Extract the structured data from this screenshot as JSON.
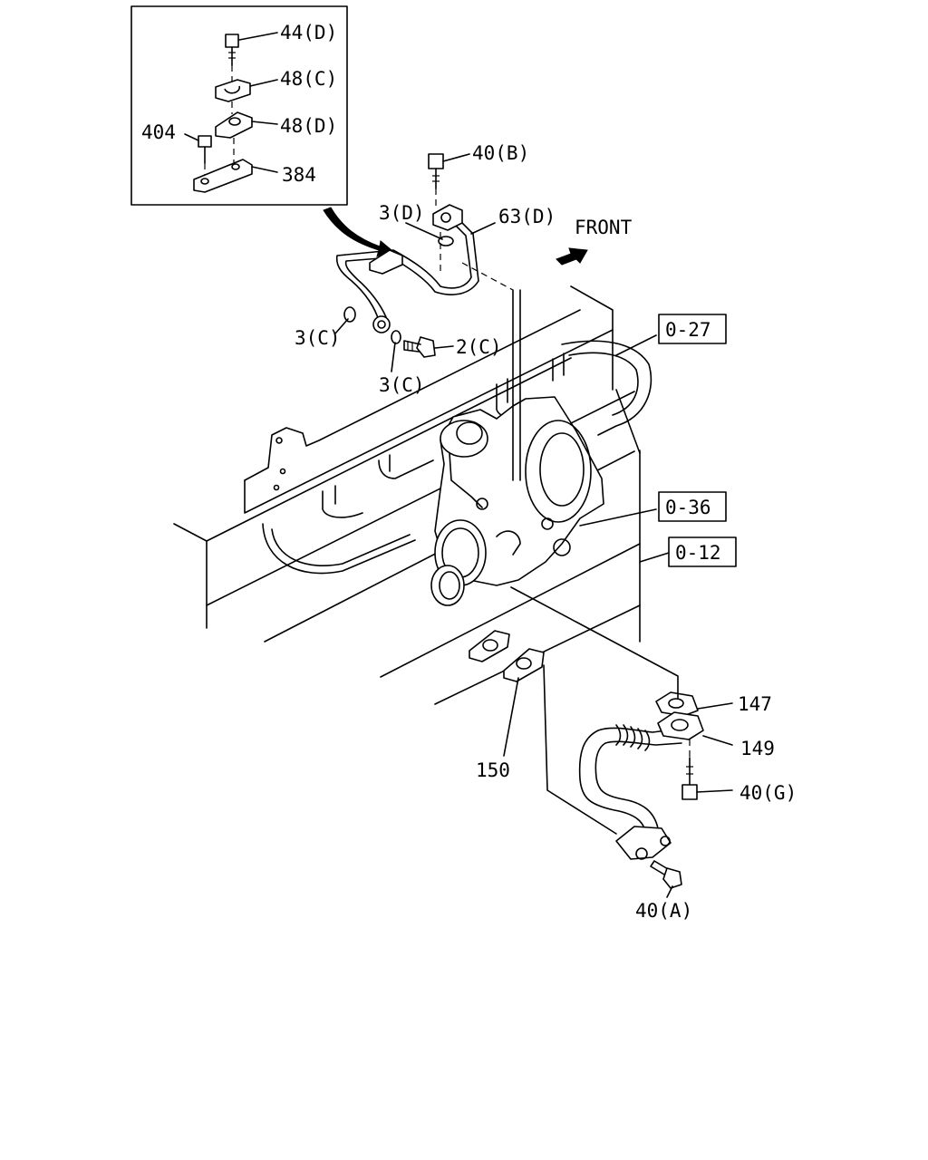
{
  "front_label": "FRONT",
  "refs": [
    {
      "id": "ref-0-27",
      "text": "0-27"
    },
    {
      "id": "ref-0-36",
      "text": "0-36"
    },
    {
      "id": "ref-0-12",
      "text": "0-12"
    }
  ],
  "callouts": [
    {
      "id": "44d",
      "text": "44(D)"
    },
    {
      "id": "48c",
      "text": "48(C)"
    },
    {
      "id": "48d",
      "text": "48(D)"
    },
    {
      "id": "404",
      "text": "404"
    },
    {
      "id": "384",
      "text": "384"
    },
    {
      "id": "40b",
      "text": "40(B)"
    },
    {
      "id": "3d",
      "text": "3(D)"
    },
    {
      "id": "63d",
      "text": "63(D)"
    },
    {
      "id": "3c-a",
      "text": "3(C)"
    },
    {
      "id": "2c",
      "text": "2(C)"
    },
    {
      "id": "3c-b",
      "text": "3(C)"
    },
    {
      "id": "147",
      "text": "147"
    },
    {
      "id": "149",
      "text": "149"
    },
    {
      "id": "150",
      "text": "150"
    },
    {
      "id": "40g",
      "text": "40(G)"
    },
    {
      "id": "40a",
      "text": "40(A)"
    }
  ]
}
